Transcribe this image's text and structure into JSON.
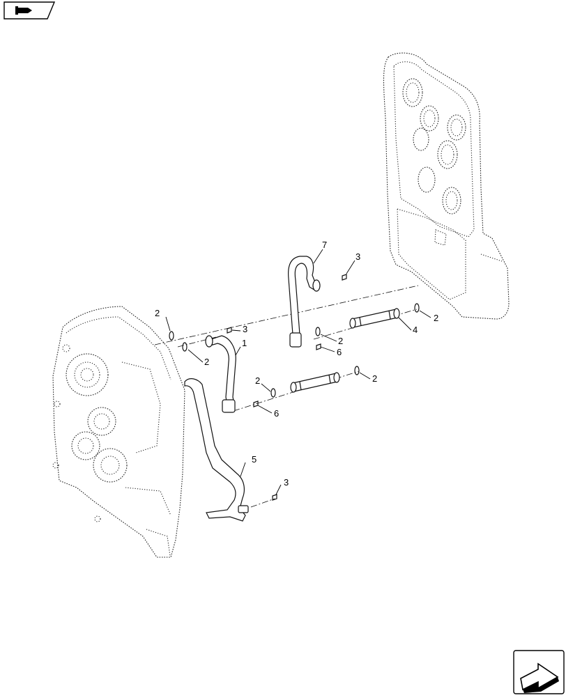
{
  "title": "",
  "callouts": {
    "c1": "1",
    "c2a": "2",
    "c2b": "2",
    "c2c": "2",
    "c2d": "2",
    "c2e": "2",
    "c2f": "2",
    "c3a": "3",
    "c3b": "3",
    "c3c": "3",
    "c4": "4",
    "c5": "5",
    "c6a": "6",
    "c6b": "6",
    "c7": "7"
  },
  "icons": {
    "top_left": "book-navigation-icon",
    "bottom_right": "next-page-arrow-icon"
  }
}
